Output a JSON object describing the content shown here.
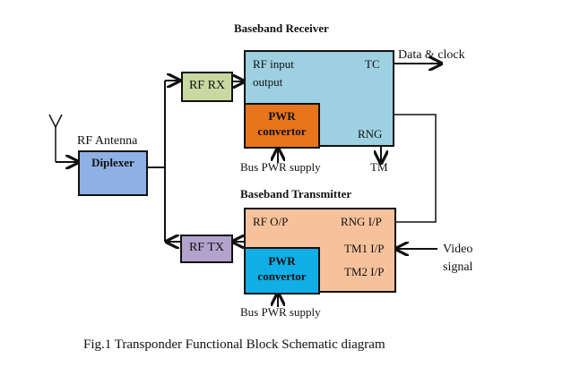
{
  "diagram": {
    "caption": "Fig.1 Transponder Functional Block Schematic diagram",
    "antenna": {
      "label": "RF Antenna",
      "icon": "antenna-icon"
    },
    "diplexer": {
      "label": "Diplexer",
      "color": "#8fb0e4"
    },
    "rf_rx": {
      "label": "RF RX",
      "color": "#c7d9a0"
    },
    "rf_tx": {
      "label": "RF TX",
      "color": "#b3a3cc"
    },
    "receiver": {
      "title": "Baseband Receiver",
      "color": "#9dd0e0",
      "port_rf_line1": "RF input",
      "port_rf_line2": "output",
      "port_tc": "TC",
      "port_rng": "RNG",
      "pwr_line1": "PWR",
      "pwr_line2": "convertor",
      "pwr_color": "#e8741c",
      "bus_supply": "Bus PWR supply",
      "out_data": "Data & clock",
      "out_tm": "TM"
    },
    "transmitter": {
      "title": "Baseband Transmitter",
      "color": "#f6c29c",
      "port_rf": "RF O/P",
      "port_rng": "RNG I/P",
      "port_tm1": "TM1 I/P",
      "port_tm2": "TM2 I/P",
      "pwr_line1": "PWR",
      "pwr_line2": "convertor",
      "pwr_color": "#10aee6",
      "bus_supply": "Bus PWR supply",
      "in_video_line1": "Video",
      "in_video_line2": "signal"
    }
  }
}
